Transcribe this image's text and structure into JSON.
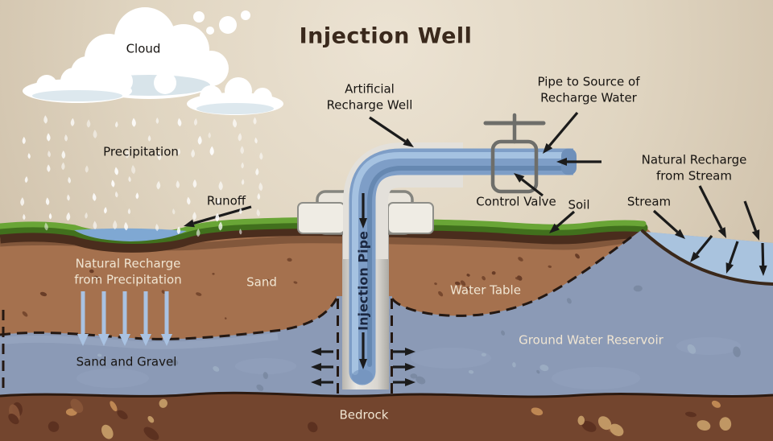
{
  "title": "Injection Well",
  "labels": {
    "cloud": "Cloud",
    "precipitation": "Precipitation",
    "runoff": "Runoff",
    "artificial_recharge_well_line1": "Artificial",
    "artificial_recharge_well_line2": "Recharge Well",
    "pipe_to_source_line1": "Pipe to Source of",
    "pipe_to_source_line2": "Recharge Water",
    "control_valve": "Control Valve",
    "soil": "Soil",
    "stream": "Stream",
    "natural_recharge_stream_line1": "Natural Recharge",
    "natural_recharge_stream_line2": "from Stream",
    "natural_recharge_precip_line1": "Natural Recharge",
    "natural_recharge_precip_line2": "from Precipitation",
    "sand": "Sand",
    "sand_and_gravel": "Sand and Gravel",
    "water_table": "Water Table",
    "ground_water_reservoir": "Ground Water Reservoir",
    "bedrock": "Bedrock",
    "injection_pipe": "Injection Pipe"
  },
  "colors": {
    "background_light": "#ece3d3",
    "background_dark": "#c8b8a0",
    "title_text": "#3a291c",
    "label_dark": "#171411",
    "label_light": "#f0e5d2",
    "grass_light": "#69a536",
    "grass_dark": "#41701d",
    "topsoil": "#4a2d1d",
    "sand": "#a5714e",
    "groundwater": "#8b9ab6",
    "stream_water": "#a9c3de",
    "bedrock": "#73452e",
    "pipe_blue": "#7e9ec7",
    "pipe_highlight": "#aac5e3",
    "pipe_shadow": "#5d7fa8",
    "casing_gray": "#dedbd5",
    "valve_gray": "#6e6e6a",
    "recharge_arrow_blue": "#a9c2e2",
    "annotation_black": "#1b1b1b"
  }
}
